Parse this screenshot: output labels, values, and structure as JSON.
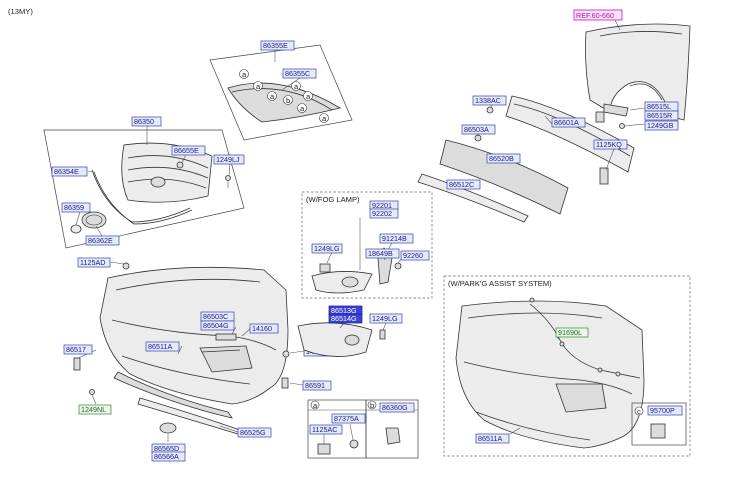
{
  "model_year": "(13MY)",
  "ref_label": "REF.60-660",
  "groups": {
    "fog_lamp": "(W/FOG LAMP)",
    "park_assist": "(W/PARK'G ASSIST SYSTEM)"
  },
  "parts": {
    "p86355E": "86355E",
    "p86355C": "86355C",
    "p86350": "86350",
    "p86655E": "86655E",
    "p1249LJ": "1249LJ",
    "p86354E": "86354E",
    "p86359": "86359",
    "p86362E": "86362E",
    "p1338AC": "1338AC",
    "p86503A": "86503A",
    "p86601A": "86601A",
    "p86520B": "86520B",
    "p86512C": "86512C",
    "p86515L": "86515L",
    "p86515R": "86515R",
    "p1249GB": "1249GB",
    "p1125KQ": "1125KQ",
    "p92201": "92201",
    "p92202": "92202",
    "p91214B": "91214B",
    "p1249LG_a": "1249LG",
    "p18649B": "18649B",
    "p92260": "92260",
    "p86513G": "86513G",
    "p86514G": "86514G",
    "p1249LG_b": "1249LG",
    "p1125AD": "1125AD",
    "p86503C": "86503C",
    "p86504G": "86504G",
    "p14160": "14160",
    "p86517": "86517",
    "p86511A": "86511A",
    "p1491AD": "1491AD",
    "p86591": "86591",
    "p1249NL": "1249NL",
    "p86525G": "86525G",
    "p86565D": "86565D",
    "p86566A": "86566A",
    "p91690L": "91690L",
    "p86511A_b": "86511A",
    "p95700P": "95700P",
    "p87375A": "87375A",
    "p1125AC": "1125AC",
    "p86360G": "86360G"
  },
  "callouts": {
    "a": "a",
    "b": "b",
    "c": "c"
  }
}
